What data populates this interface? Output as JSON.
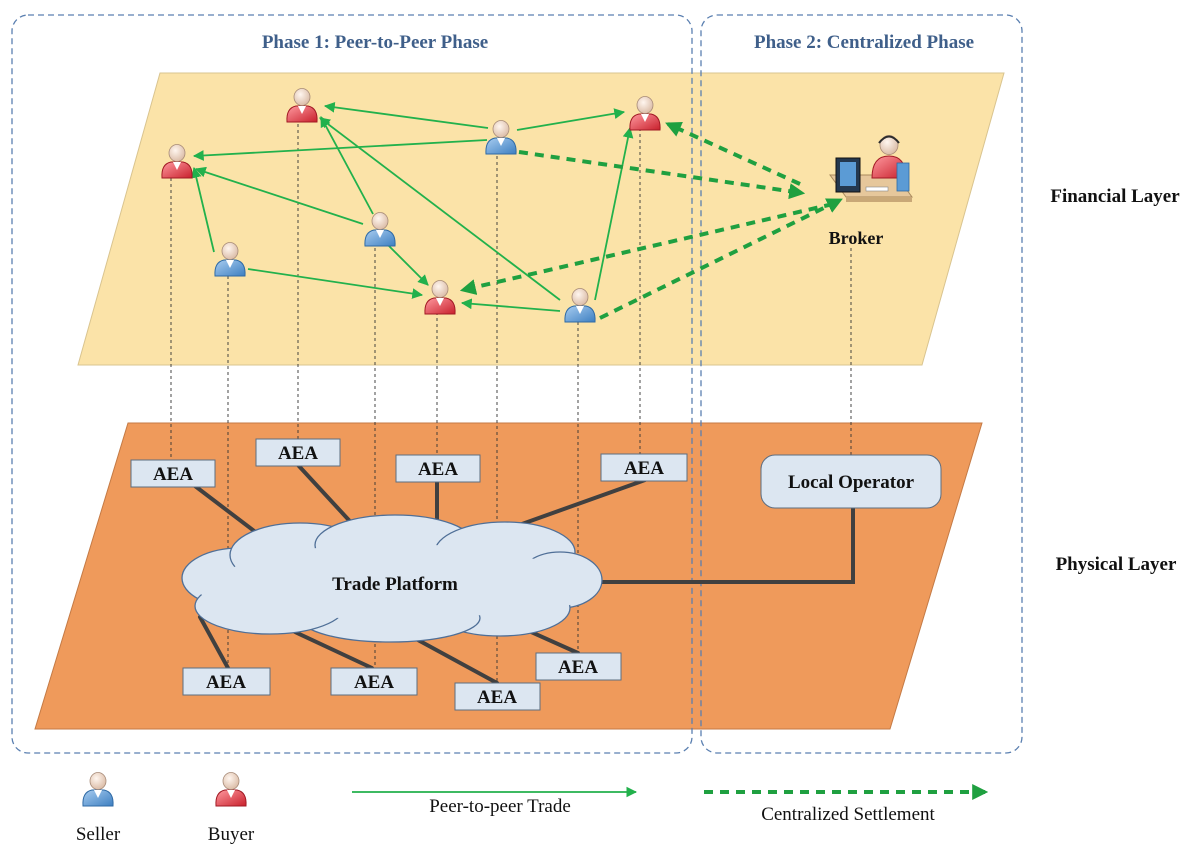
{
  "phases": {
    "phase1_title": "Phase 1:  Peer-to-Peer Phase",
    "phase2_title": "Phase 2:  Centralized Phase"
  },
  "layers": {
    "financial": "Financial Layer",
    "physical": "Physical Layer"
  },
  "broker": {
    "label": "Broker"
  },
  "physical": {
    "platform_label": "Trade Platform",
    "operator_label": "Local  Operator",
    "aea_labels": [
      "AEA",
      "AEA",
      "AEA",
      "AEA",
      "AEA",
      "AEA",
      "AEA",
      "AEA"
    ]
  },
  "legend": {
    "seller": "Seller",
    "buyer": "Buyer",
    "p2p": "Peer-to-peer Trade",
    "centralized": "Centralized Settlement"
  },
  "colors": {
    "financial_plane": "#fbe3a8",
    "physical_plane": "#ef9a5b",
    "box_fill": "#dce6f1",
    "p2p_arrow": "#22b14c",
    "settlement_arrow": "#1fa040",
    "phase_border": "#5a7fb0",
    "phase_title": "#3f5f8a",
    "seller_body": "#5b9bd5",
    "buyer_body": "#e0454f"
  }
}
